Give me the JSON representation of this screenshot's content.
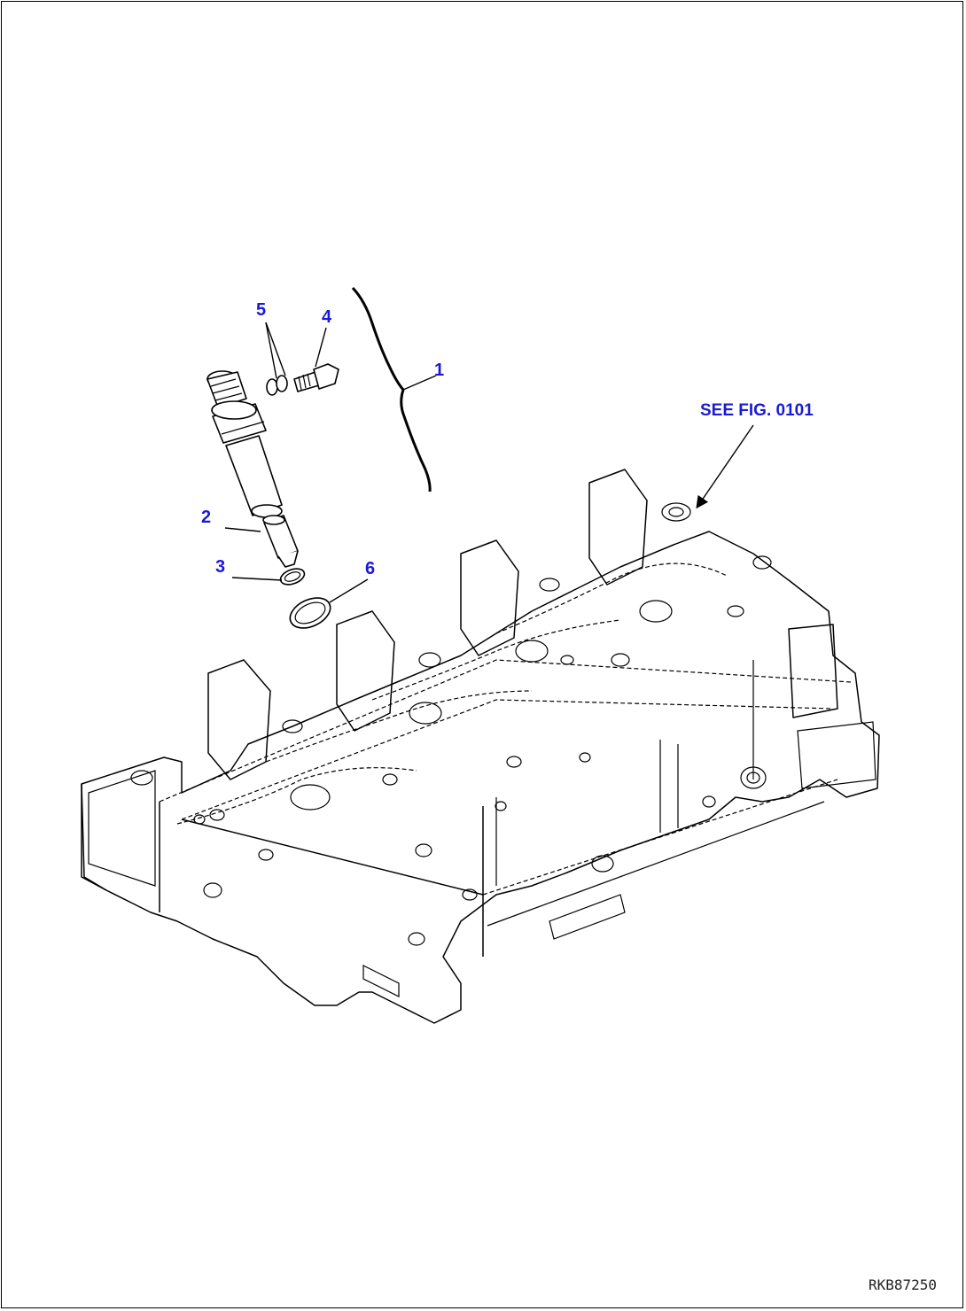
{
  "callouts": {
    "c1": "1",
    "c2": "2",
    "c3": "3",
    "c4": "4",
    "c5": "5",
    "c6": "6"
  },
  "reference": "SEE FIG. 0101",
  "drawing_code": "RKB87250",
  "icons": [
    "injector-nozzle",
    "nozzle-tip",
    "o-ring",
    "bolt",
    "washer",
    "seal-ring",
    "leak-off-hose",
    "cylinder-head"
  ]
}
